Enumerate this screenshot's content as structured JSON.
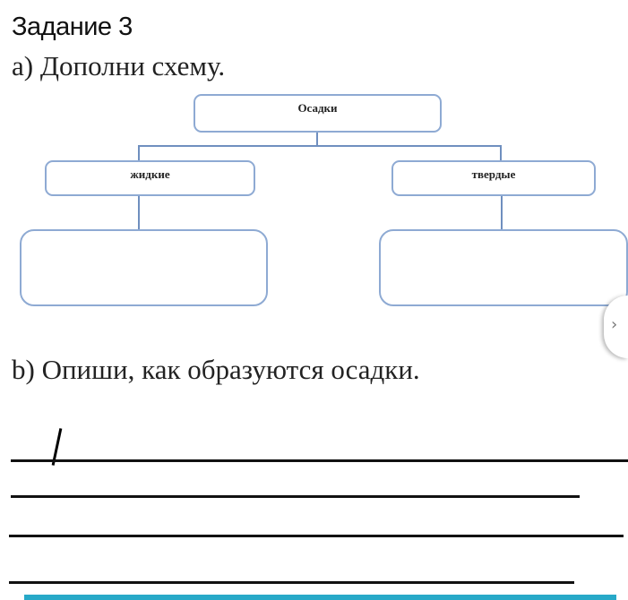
{
  "title": "Задание 3",
  "part_a": "a) Дополни схему.",
  "diagram": {
    "root": "Осадки",
    "left": "жидкие",
    "right": "твердые"
  },
  "part_b": "b) Опиши, как образуются осадки.",
  "accent_color": "#27a9c8"
}
